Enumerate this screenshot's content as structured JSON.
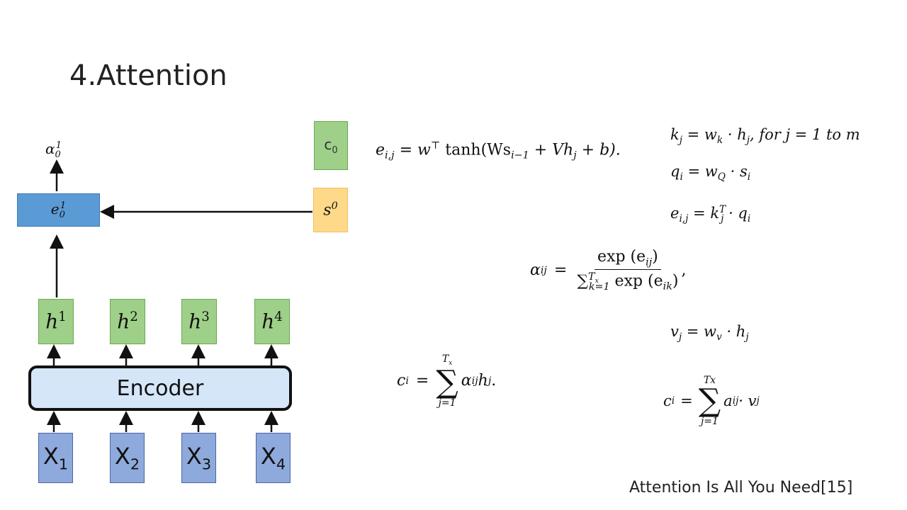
{
  "slide": {
    "title": "4.Attention",
    "citation": "Attention Is All You Need[15]"
  },
  "diagram": {
    "alpha_top": {
      "base": "α",
      "sub": "0",
      "sup": "1"
    },
    "e_box": {
      "base": "e",
      "sub": "0",
      "sup": "1"
    },
    "c_box": {
      "base": "c",
      "sub": "0"
    },
    "s_box": {
      "base": "s",
      "sup": "0"
    },
    "hidden": [
      {
        "base": "h",
        "sup": "1"
      },
      {
        "base": "h",
        "sup": "2"
      },
      {
        "base": "h",
        "sup": "3"
      },
      {
        "base": "h",
        "sup": "4"
      }
    ],
    "encoder_label": "Encoder",
    "inputs": [
      {
        "base": "X",
        "sub": "1"
      },
      {
        "base": "X",
        "sub": "2"
      },
      {
        "base": "X",
        "sub": "3"
      },
      {
        "base": "X",
        "sub": "4"
      }
    ]
  },
  "formulas": {
    "score": {
      "lhs": "e",
      "lhs_sub": "i,j",
      "rhs": "= w",
      "rhs_sup": "⊤",
      "rhs2": " tanh(Ws",
      "rhs2_sub": "i−1",
      "rhs3": " + Vh",
      "rhs3_sub": "j",
      "rhs4": " + b)."
    },
    "key": {
      "lhs": "k",
      "lhs_sub": "j",
      "rhs": " = w",
      "rhs_sub": "k",
      "rhs2": " · h",
      "rhs2_sub": "j",
      "rhs3": ", for j = 1 to m"
    },
    "query": {
      "lhs": "q",
      "lhs_sub": "i",
      "rhs": " = w",
      "rhs_sub": "Q",
      "rhs2": " · s",
      "rhs2_sub": "i"
    },
    "dot": {
      "lhs": "e",
      "lhs_sub": "i,j",
      "rhs": " = k",
      "rhs_sup": "T",
      "rhs_sub": "j",
      "rhs2": " · q",
      "rhs2_sub": "i"
    },
    "softmax": {
      "lhs": "α",
      "lhs_sub": "ij",
      "eq": "=",
      "num": "exp (e",
      "num_sub": "ij",
      "num_end": ")",
      "den_sum": "∑",
      "den_sup": "T",
      "den_sup_sub": "x",
      "den_sub": "k=1",
      "den": " exp (e",
      "den_sub2": "ik",
      "den_end": ")",
      "tail": ","
    },
    "value": {
      "lhs": "v",
      "lhs_sub": "j",
      "rhs": " = w",
      "rhs_sub": "v",
      "rhs2": " · h",
      "rhs2_sub": "j"
    },
    "context1": {
      "lhs": "c",
      "lhs_sub": "i",
      "eq": "=",
      "sum_top": "T",
      "sum_top_sub": "x",
      "sum_bot": "j=1",
      "body": "α",
      "body_sub": "ij",
      "body2": "h",
      "body2_sub": "j",
      "tail": "."
    },
    "context2": {
      "lhs": "c",
      "lhs_sub": "i",
      "eq": "=",
      "sum_top": "Tx",
      "sum_bot": "j=1",
      "body": "a",
      "body_sub": "ij",
      "body2": " · v",
      "body2_sub": "j"
    }
  }
}
